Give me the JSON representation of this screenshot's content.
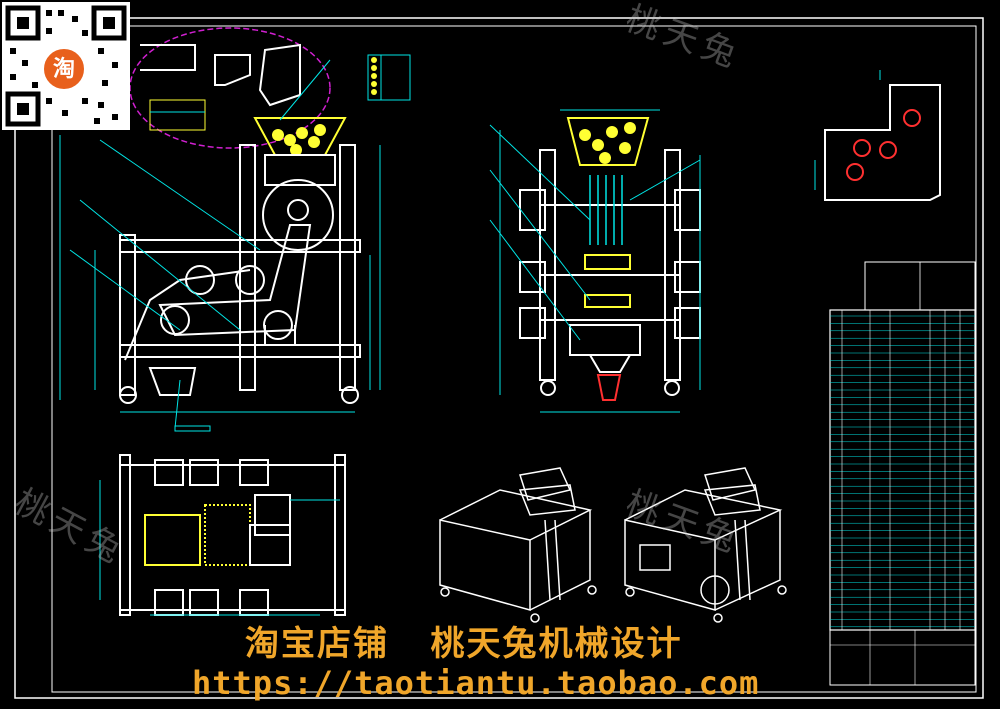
{
  "watermark": {
    "text": "桃天兔"
  },
  "shop": {
    "line1": "淘宝店铺   桃天兔机械设计",
    "url": "https://taotiantu.taobao.com"
  },
  "qr": {
    "badge": "淘"
  },
  "colors": {
    "background": "#000000",
    "outline": "#ffffff",
    "yellow": "#ffff33",
    "cyan": "#00e5e5",
    "magenta": "#d020d0",
    "orange_text": "#f0a62a",
    "red": "#ff3030",
    "green": "#30ff30"
  },
  "icons": [
    "qr-code-icon",
    "taobao-badge-icon"
  ]
}
